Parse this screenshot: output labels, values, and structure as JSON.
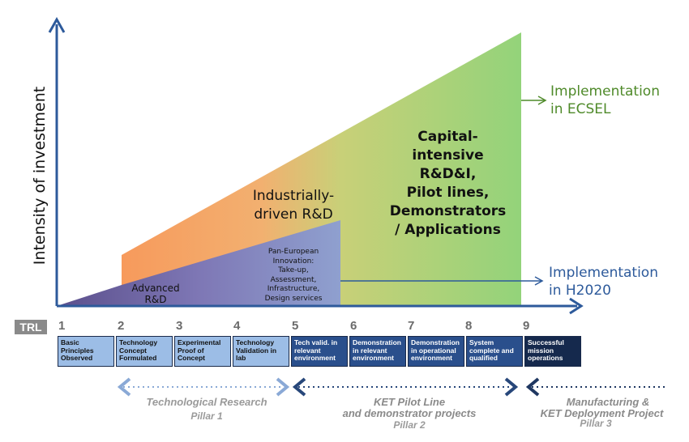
{
  "axis": {
    "y_label": "Intensity of investment"
  },
  "regions": {
    "capital": [
      "Capital-",
      "intensive",
      "R&D&I,",
      "Pilot lines,",
      "Demonstrators",
      "/ Applications"
    ],
    "industrial": [
      "Industrially-",
      "driven R&D"
    ],
    "advanced": [
      "Advanced",
      "R&D"
    ],
    "paneuropean": [
      "Pan-European",
      "Innovation:",
      "Take-up,",
      "Assessment,",
      "Infrastructure,",
      "Design services"
    ]
  },
  "implementation": {
    "ecsel": [
      "Implementation",
      "in ECSEL"
    ],
    "h2020": [
      "Implementation",
      "in H2020"
    ]
  },
  "trl": {
    "tag": "TRL",
    "numbers": [
      "1",
      "2",
      "3",
      "4",
      "5",
      "6",
      "7",
      "8",
      "9"
    ],
    "levels": [
      {
        "text": "Basic Principles Observed"
      },
      {
        "text": "Technology Concept Formulated"
      },
      {
        "text": "Experimental Proof of Concept"
      },
      {
        "text": "Technology Validation in lab"
      },
      {
        "text": "Tech valid. in relevant environment"
      },
      {
        "text": "Demonstration in relevant environment"
      },
      {
        "text": "Demonstration in operational environment"
      },
      {
        "text": "System complete and qualified"
      },
      {
        "text": "Successful mission operations"
      }
    ]
  },
  "pillars": [
    {
      "title": "Technological Research",
      "sub": "Pillar 1"
    },
    {
      "title": "KET Pilot Line",
      "title2": "and demonstrator projects",
      "sub": "Pillar 2"
    },
    {
      "title": "Manufacturing &",
      "title2": "KET Deployment Project",
      "sub": "Pillar 3"
    }
  ],
  "colors": {
    "axis": "#2d5a9b",
    "orange": "#f79a5c",
    "green": "#9dd57a",
    "purple": "#6a5f9e",
    "ecsel_text": "#4f8a2a",
    "h2020_text": "#2d5a9b",
    "pillar1": "#8aa9d6",
    "pillar2": "#27477a",
    "pillar3": "#1f3761"
  }
}
